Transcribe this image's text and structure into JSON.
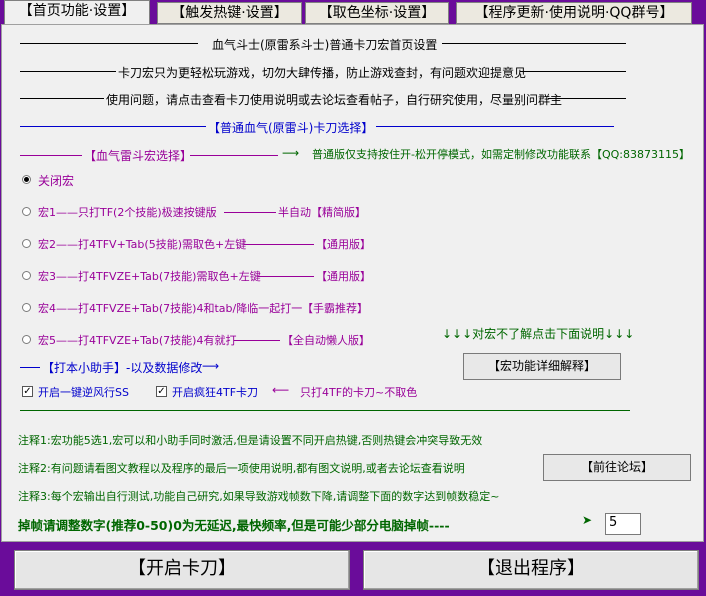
{
  "tabs": [
    {
      "label": "【首页功能·设置】"
    },
    {
      "label": "【触发热键·设置】"
    },
    {
      "label": "【取色坐标·设置】"
    },
    {
      "label": "【程序更新·使用说明·QQ群号】"
    }
  ],
  "header": {
    "line1": "血气斗士(原雷系斗士)普通卡刀宏首页设置",
    "line2": "卡刀宏只为更轻松玩游戏，切勿大肆传播，防止游戏查封，有问题欢迎提意见",
    "line3": "使用问题，请点击查看卡刀使用说明或去论坛查看帖子，自行研究使用，尽量别问群主"
  },
  "section": {
    "title": "【普通血气(原雷斗)卡刀选择】",
    "macro_group": "【血气雷斗宏选择】",
    "version_note": "普通版仅支持按住开-松开停模式，如需定制修改功能联系【QQ:83873115】"
  },
  "macros": [
    {
      "label": "关闭宏",
      "tag": "",
      "selected": true
    },
    {
      "label": "宏1——只打TF(2个技能)极速按键版",
      "tag": "半自动【精简版】",
      "selected": false
    },
    {
      "label": "宏2——打4TFV+Tab(5技能)需取色+左键",
      "tag": "【通用版】",
      "selected": false
    },
    {
      "label": "宏3——打4TFVZE+Tab(7技能)需取色+左键",
      "tag": "【通用版】",
      "selected": false
    },
    {
      "label": "宏4——打4TFVZE+Tab(7技能)4和tab/降临一起打一",
      "tag": "【手霸推荐】",
      "selected": false
    },
    {
      "label": "宏5——打4TFVZE+Tab(7技能)4有就打",
      "tag": "【全自动懒人版】",
      "selected": false
    }
  ],
  "helper": {
    "title": "【打本小助手】-以及数据修改",
    "cb1": "开启一键逆风行SS",
    "cb2": "开启疯狂4TF卡刀",
    "cb2_note": "只打4TF的卡刀~不取色",
    "cb1_checked": true,
    "cb2_checked": true
  },
  "hint_right": "↓↓↓对宏不了解点击下面说明↓↓↓",
  "detail_button": "【宏功能详细解释】",
  "notes": {
    "n1": "注释1:宏功能5选1,宏可以和小助手同时激活,但是请设置不同开启热键,否则热键会冲突导致无效",
    "n2": "注释2:有问题请看图文教程以及程序的最后一项使用说明,都有图文说明,或者去论坛查看说明",
    "n3": "注释3:每个宏输出自行测试,功能自己研究,如果导致游戏帧数下降,请调整下面的数字达到帧数稳定~"
  },
  "forum_button": "【前往论坛】",
  "frame": {
    "label": "掉帧请调整数字(推荐0-50)0为无延迟,最快频率,但是可能少部分电脑掉帧----",
    "value": "5"
  },
  "bottom": {
    "start": "【开启卡刀】",
    "exit": "【退出程序】"
  },
  "colors": {
    "background": "#6a0c9a",
    "panel": "#f0f0f0",
    "blue_text": "#0000cc",
    "purple_text": "#990099",
    "green_text": "#006600"
  }
}
